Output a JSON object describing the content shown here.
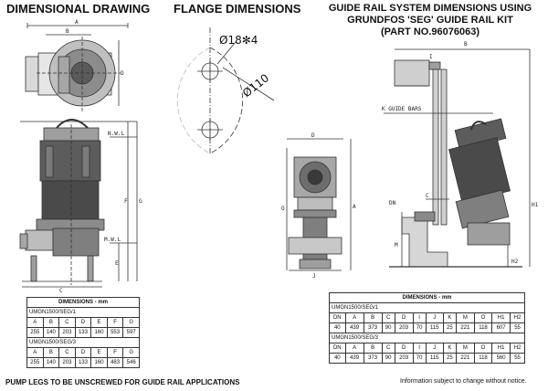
{
  "titles": {
    "dimensional": "DIMENSIONAL DRAWING",
    "flange": "FLANGE DIMENSIONS",
    "guide_rail_line1": "GUIDE RAIL SYSTEM DIMENSIONS USING",
    "guide_rail_line2": "GRUNDFOS 'SEG' GUIDE RAIL KIT",
    "guide_rail_line3": "(PART NO.96076063)"
  },
  "flange": {
    "holes_label": "Ø18✻4",
    "pcd_label": "Ø110"
  },
  "drawing_labels": {
    "a": "A",
    "b": "B",
    "c": "C",
    "d": "D",
    "e": "E",
    "f": "F",
    "g": "G",
    "i": "I",
    "j": "J",
    "k": "K",
    "m": "M",
    "o": "O",
    "h1": "H1",
    "h2": "H2",
    "dn": "DN",
    "nwl": "N.W.L",
    "mwl": "M.W.L",
    "k_guide_bars": "K GUIDE BARS"
  },
  "table_left": {
    "caption": "DIMENSIONS - mm",
    "headers": [
      "A",
      "B",
      "C",
      "D",
      "E",
      "F",
      "G"
    ],
    "groups": [
      {
        "model": "UMGN1500/SEG/1",
        "values": [
          "255",
          "140",
          "203",
          "133",
          "160",
          "553",
          "597"
        ]
      },
      {
        "model": "UMGN1500/SEG/3",
        "values": [
          "255",
          "140",
          "203",
          "133",
          "160",
          "483",
          "546"
        ]
      }
    ]
  },
  "table_right": {
    "caption": "DIMENSIONS - mm",
    "headers": [
      "DN",
      "A",
      "B",
      "C",
      "D",
      "I",
      "J",
      "K",
      "M",
      "O",
      "H1",
      "H2"
    ],
    "groups": [
      {
        "model": "UMGN1500/SEG/1",
        "values": [
          "40",
          "439",
          "373",
          "90",
          "203",
          "70",
          "115",
          "25",
          "221",
          "118",
          "607",
          "55"
        ]
      },
      {
        "model": "UMGN1500/SEG/3",
        "values": [
          "40",
          "439",
          "373",
          "90",
          "203",
          "70",
          "115",
          "25",
          "221",
          "118",
          "560",
          "55"
        ]
      }
    ]
  },
  "footer": {
    "note_left": "PUMP LEGS TO BE UNSCREWED FOR GUIDE RAIL APPLICATIONS",
    "note_right": "Information subject to change without notice."
  }
}
